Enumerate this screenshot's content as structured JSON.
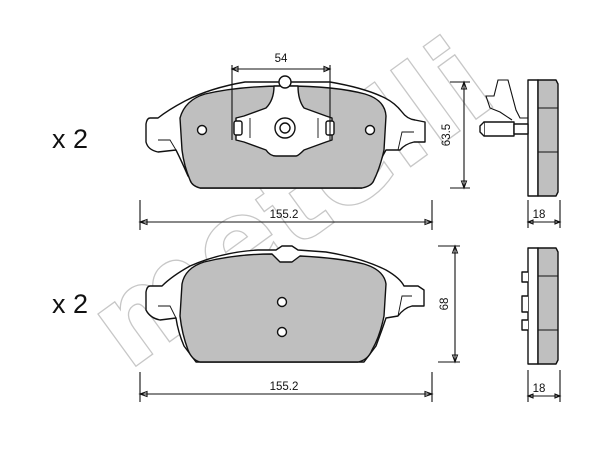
{
  "diagram": {
    "watermark": "metelli",
    "top_pad": {
      "quantity": "x 2",
      "width_dim": "155.2",
      "height_dim": "63.5",
      "thickness_dim": "18",
      "sensor_spacing_dim": "54"
    },
    "bottom_pad": {
      "quantity": "x 2",
      "width_dim": "155.2",
      "height_dim": "68",
      "thickness_dim": "18"
    },
    "colors": {
      "friction_material": "#bfbfbf",
      "line": "#111111",
      "watermark": "#9a9a9a"
    }
  }
}
